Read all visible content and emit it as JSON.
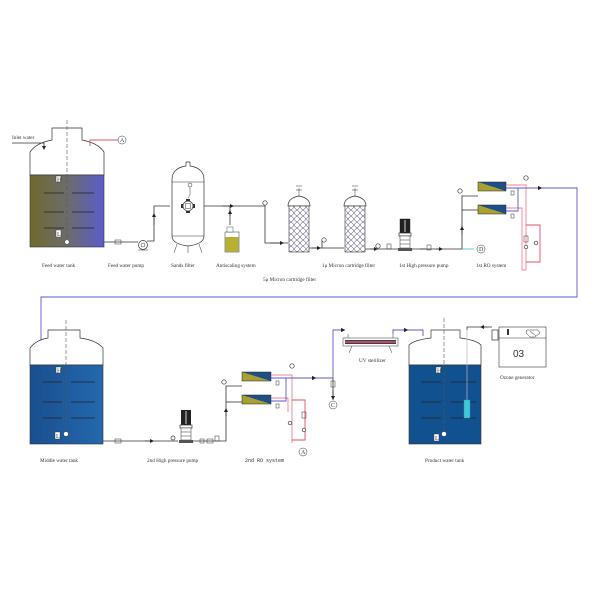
{
  "diagram": {
    "title": "RO water treatment process flow",
    "labels": {
      "inlet_water": "Inlet water",
      "feed_water_tank": "Feed water tank",
      "feed_water_pump": "Feed water pump",
      "sands_filter": "Sands filter",
      "antiscaling_system": "Antiscaling system",
      "micron_5_filter": "5μ Micron cartridge filter",
      "micron_1_filter": "1μ Micron cartridge filter",
      "high_pressure_pump_1": "1st High pressure pump",
      "ro_system_1": "1st RO system",
      "middle_water_tank": "Middle water tank",
      "high_pressure_pump_2": "2nd High pressure pump",
      "ro_system_2": "2nd RO system",
      "uv_sterilizer": "UV sterilizer",
      "product_water_tank": "Product water tank",
      "ozone_generator": "Ozone generator",
      "ozone_display": "03"
    },
    "connectors": {
      "a_top": "A",
      "a_bottom": "A",
      "c": "C",
      "d": "D"
    },
    "level_markers": {
      "high": "H",
      "low": "L"
    },
    "colors": {
      "feed_tank_left": "#6f6a2e",
      "feed_tank_right": "#5a5ccc",
      "middle_tank": "#1c5c9e",
      "product_tank": "#12518f",
      "permeate_line": "#5a5ad0",
      "concentrate_line": "#e05060",
      "ro_membrane_dark": "#1e4f86",
      "ro_membrane_olive": "#a8a030",
      "antiscalant_fill": "#b8b030",
      "ozone_diffuser": "#40c8d8"
    }
  }
}
